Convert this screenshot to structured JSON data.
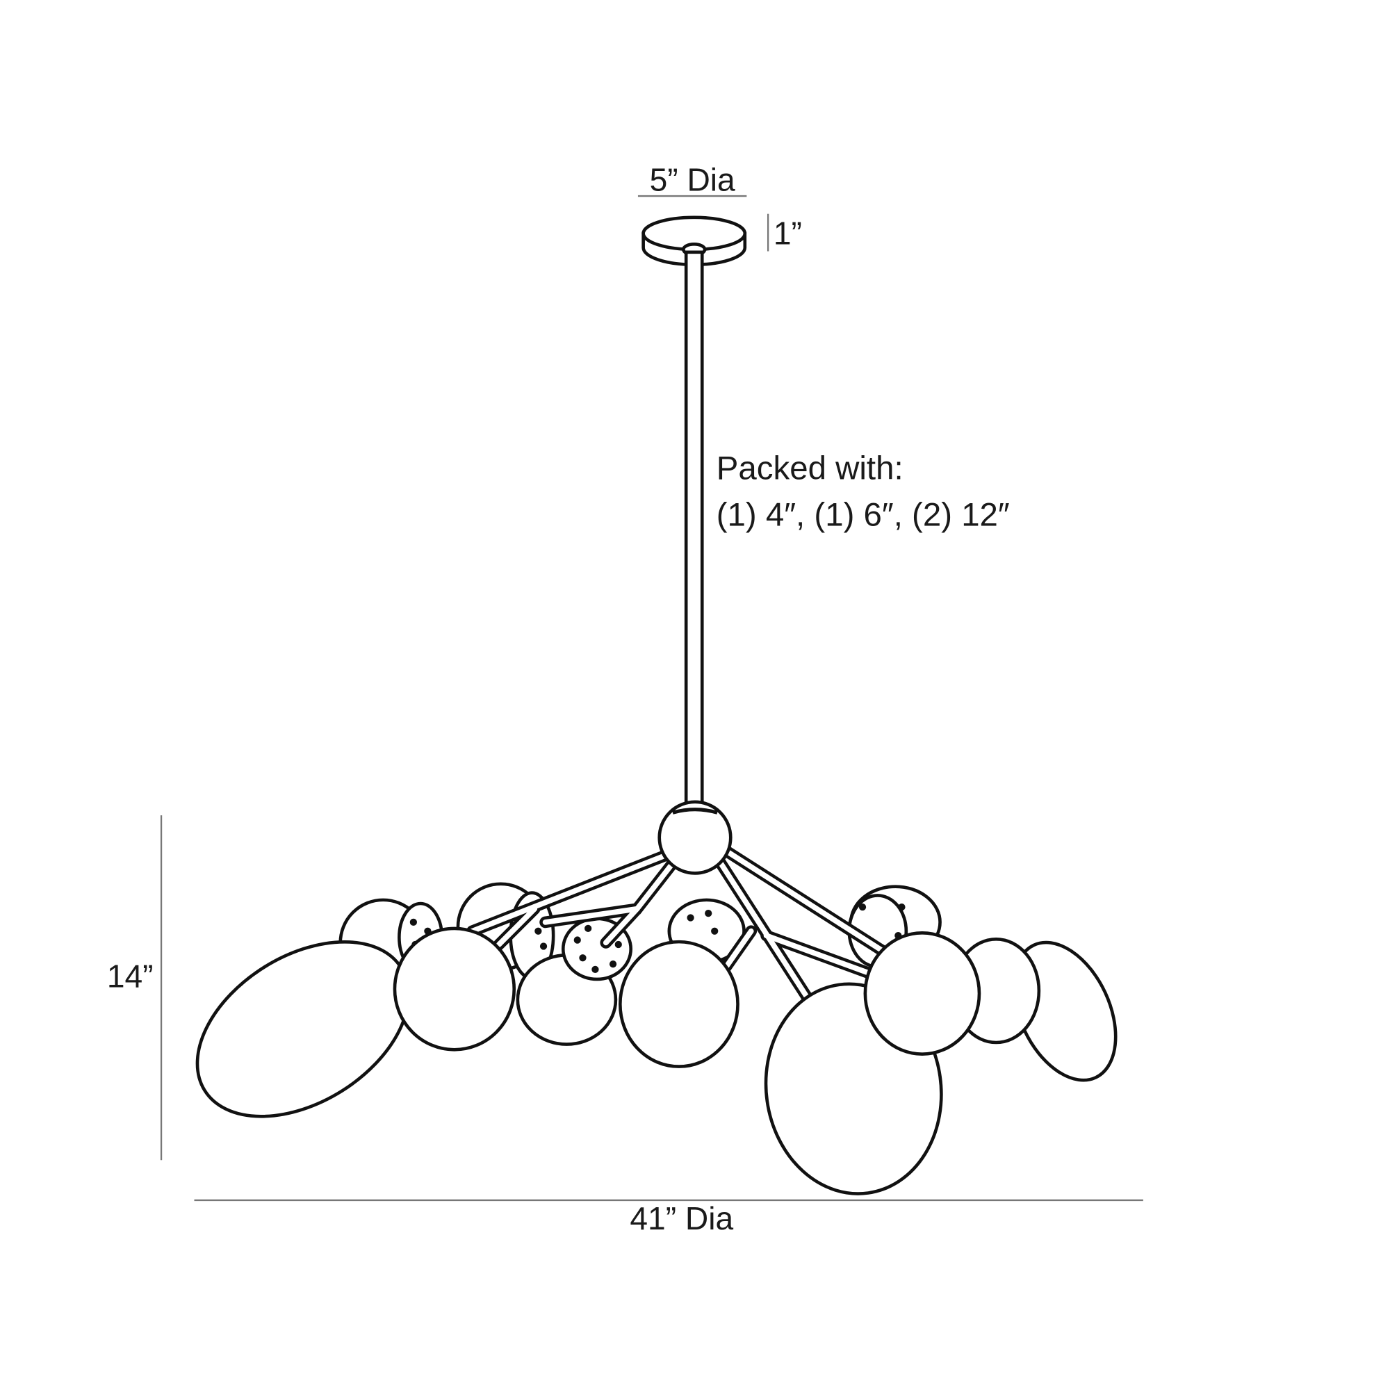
{
  "dimensions": {
    "canopy_diameter": "5” Dia",
    "canopy_height": "1”",
    "fixture_height": "14”",
    "fixture_diameter": "41” Dia"
  },
  "notes": {
    "packed_title": "Packed with:",
    "packed_rods": "(1) 4″, (1) 6″, (2) 12″"
  },
  "colors": {
    "line": "#111111",
    "dimension_line": "#777777",
    "background": "#ffffff"
  }
}
